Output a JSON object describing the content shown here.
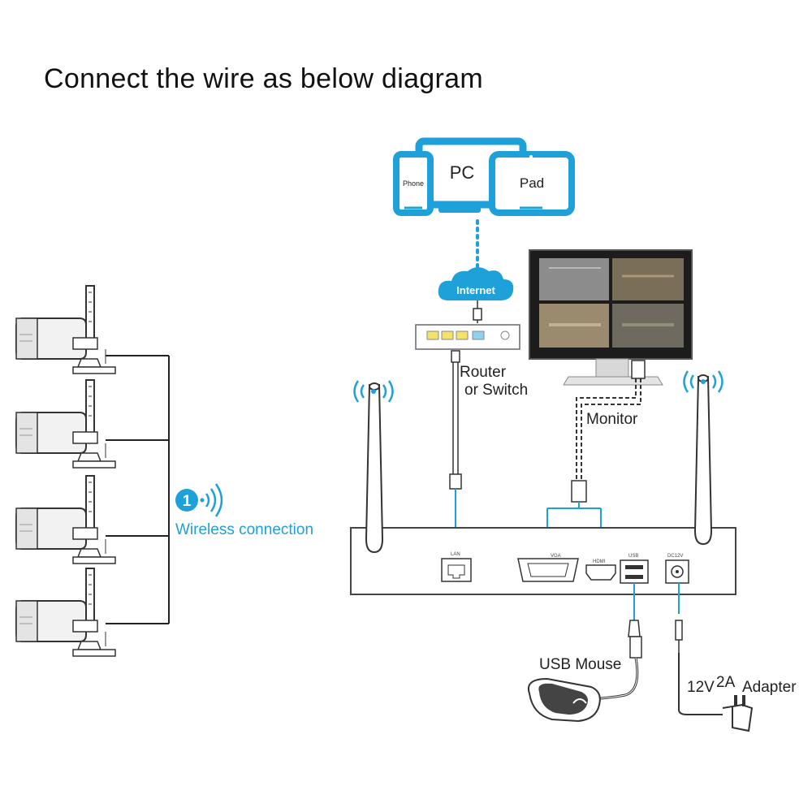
{
  "title": "Connect the wire as below diagram",
  "devices": {
    "phone": "Phone",
    "pc": "PC",
    "pad": "Pad"
  },
  "internet": "Internet",
  "router": {
    "line1": "Router",
    "line2": "or Switch"
  },
  "monitor": "Monitor",
  "wireless": {
    "badge": "1",
    "label": "Wireless connection"
  },
  "nvr_ports": {
    "lan": "LAN",
    "vga": "VGA",
    "hdmi": "HDMI",
    "usb": "USB",
    "power": "DC12V"
  },
  "usb_mouse": "USB Mouse",
  "adapter": {
    "voltage": "12V",
    "current": "2A",
    "word": "Adapter"
  },
  "colors": {
    "accent": "#1ea0d8",
    "line": "#222222"
  }
}
